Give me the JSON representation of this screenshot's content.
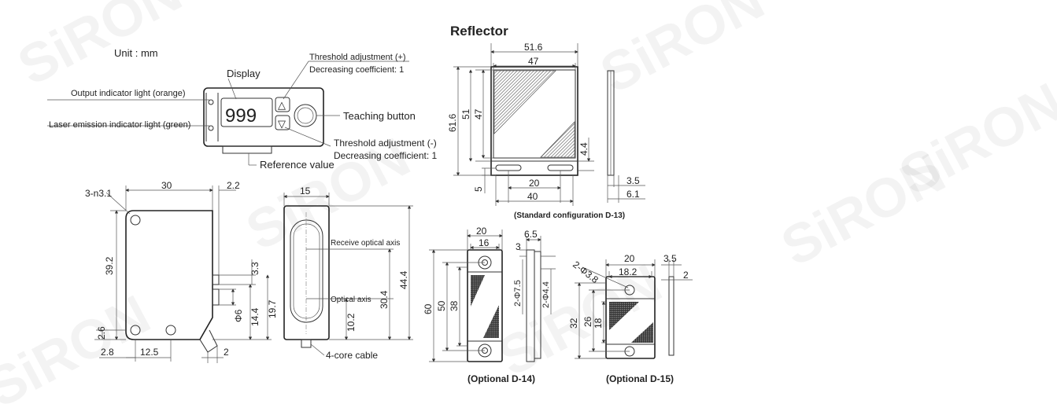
{
  "brand_watermark": "SiRON",
  "unit_label": "Unit : mm",
  "reflector_title": "Reflector",
  "front_view": {
    "display_label": "Display",
    "display_digits": "999",
    "output_indicator": "Output indicator light (orange)",
    "laser_indicator": "Laser emission indicator light (green)",
    "threshold_plus": "Threshold adjustment (+)",
    "coeff_plus": "Decreasing coefficient: 1",
    "teaching_button": "Teaching button",
    "threshold_minus": "Threshold adjustment (-)",
    "coeff_minus": "Decreasing coefficient: 1",
    "reference_value": "Reference value",
    "arrow_up": "△",
    "arrow_down": "▽"
  },
  "side_view": {
    "hole_label": "3-n3.1",
    "dim_30": "30",
    "dim_2_2": "2.2",
    "dim_39_2": "39.2",
    "dim_3_3": "3.3",
    "dim_phi6": "Φ6",
    "dim_14_4": "14.4",
    "dim_19_7": "19.7",
    "dim_2_6": "2.6",
    "dim_2_8": "2.8",
    "dim_12_5": "12.5",
    "dim_2": "2"
  },
  "end_view": {
    "dim_15": "15",
    "receive_axis": "Receive optical axis",
    "optical_axis": "Optical axis",
    "dim_44_4": "44.4",
    "dim_30_4": "30.4",
    "dim_10_2": "10.2",
    "cable": "4-core cable"
  },
  "d13": {
    "dim_51_6": "51.6",
    "dim_47": "47",
    "dim_61_6": "61.6",
    "dim_51": "51",
    "dim_47v": "47",
    "dim_4_4": "4.4",
    "dim_5": "5",
    "dim_20": "20",
    "dim_40": "40",
    "dim_3_5": "3.5",
    "dim_6_1": "6.1",
    "caption": "(Standard configuration D-13)"
  },
  "d14": {
    "dim_20": "20",
    "dim_16": "16",
    "dim_60": "60",
    "dim_50": "50",
    "dim_38": "38",
    "dim_6_5": "6.5",
    "dim_3": "3",
    "dim_phi7_5": "2-Φ7.5",
    "dim_phi4_4": "2-Φ4.4",
    "caption": "(Optional D-14)"
  },
  "d15": {
    "hole_label": "2-Φ3.8",
    "dim_20": "20",
    "dim_18_2": "18.2",
    "dim_32": "32",
    "dim_26": "26",
    "dim_18": "18",
    "dim_3_5": "3.5",
    "dim_2": "2",
    "caption": "(Optional D-15)"
  }
}
